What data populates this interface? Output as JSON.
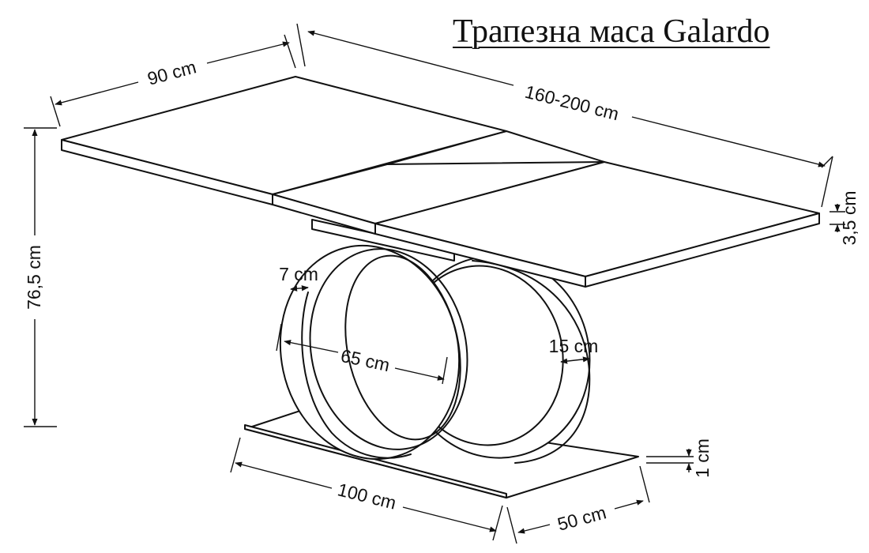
{
  "title": "Трапезна маса Galardo",
  "dimensions": {
    "depth": "90 cm",
    "length": "160-200 cm",
    "height": "76,5 cm",
    "top_thickness": "3,5 cm",
    "ring_width": "7 cm",
    "ring_diameter": "65 cm",
    "ring_thickness": "15 cm",
    "base_length": "100 cm",
    "base_width": "50 cm",
    "base_thickness": "1 cm"
  }
}
